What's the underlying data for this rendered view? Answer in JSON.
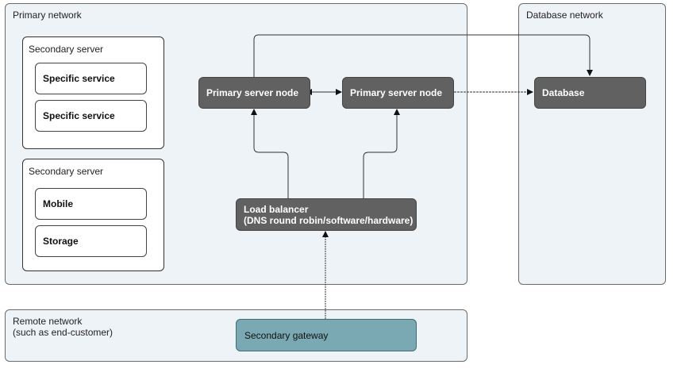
{
  "zones": {
    "primary": "Primary network",
    "database": "Database network",
    "remote": "Remote network\n(such as end-customer)"
  },
  "secondary_servers": [
    {
      "title": "Secondary server",
      "services": [
        "Specific service",
        "Specific service"
      ]
    },
    {
      "title": "Secondary server",
      "services": [
        "Mobile",
        "Storage"
      ]
    }
  ],
  "nodes": {
    "primary_node_1": "Primary server node",
    "primary_node_2": "Primary server node",
    "database": "Database",
    "load_balancer_line1": "Load balancer",
    "load_balancer_line2": "(DNS round robin/software/hardware)",
    "gateway": "Secondary gateway"
  },
  "colors": {
    "zone_fill": "#eef3f8",
    "node_fill": "#616161",
    "gateway_fill": "#7aa9b3"
  }
}
